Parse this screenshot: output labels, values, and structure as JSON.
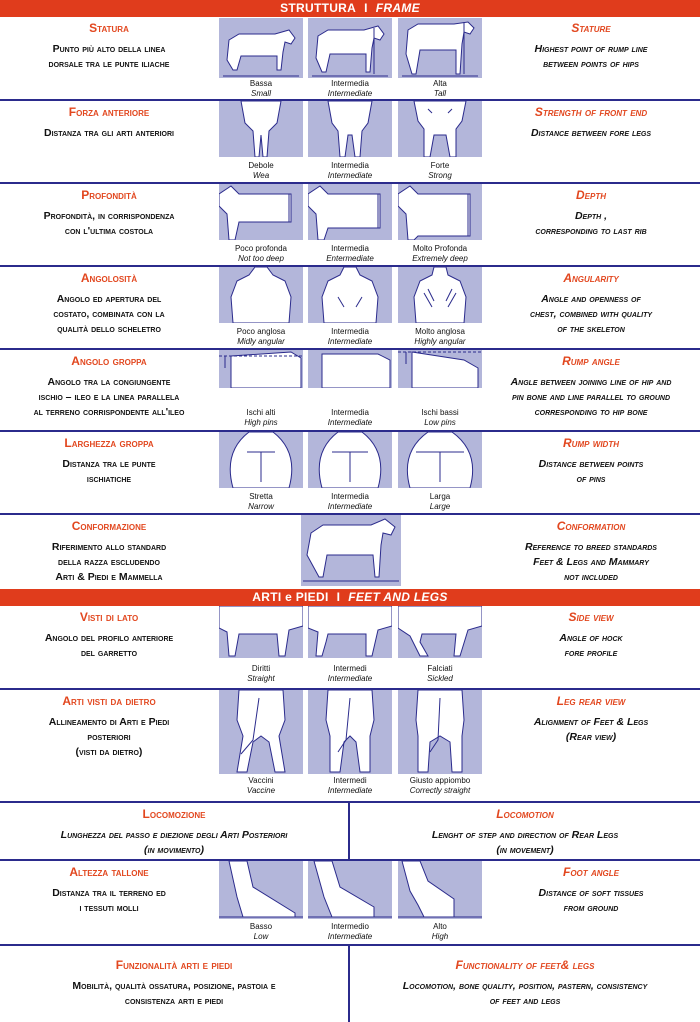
{
  "struttura_header": {
    "it": "STRUTTURA",
    "sep": "I",
    "en": "FRAME"
  },
  "arti_header": {
    "it": "ARTI e PIEDI",
    "sep": "I",
    "en": "FEET AND LEGS"
  },
  "rows": [
    {
      "it_title": "Statura",
      "it_desc": "Punto più alto della linea\ndorsale tra le punte iliache",
      "en_title": "Stature",
      "en_desc": "Highest point of rump line\nbetween points of hips",
      "captions": [
        {
          "it": "Bassa",
          "en": "Small"
        },
        {
          "it": "Intermedia",
          "en": "Intermediate"
        },
        {
          "it": "Alta",
          "en": "Tall"
        }
      ]
    },
    {
      "it_title": "Forza anteriore",
      "it_desc": "Distanza tra gli arti anteriori",
      "en_title": "Strength of front end",
      "en_desc": "Distance between fore legs",
      "captions": [
        {
          "it": "Debole",
          "en": "Wea"
        },
        {
          "it": "Intermedia",
          "en": "Intermediate"
        },
        {
          "it": "Forte",
          "en": "Strong"
        }
      ]
    },
    {
      "it_title": "Profondità",
      "it_desc": "Profondità, in corrispondenza\ncon l'ultima costola",
      "en_title": "Depth",
      "en_desc": "Depth ,\ncorresponding to last rib",
      "captions": [
        {
          "it": "Poco profonda",
          "en": "Not too deep"
        },
        {
          "it": "Intermedia",
          "en": "Entermediate"
        },
        {
          "it": "Molto Profonda",
          "en": "Extremely deep"
        }
      ]
    },
    {
      "it_title": "Angolosità",
      "it_desc": "Angolo ed apertura del\ncostato, combinata con la\nqualità dello scheletro",
      "en_title": "Angularity",
      "en_desc": "Angle and openness of\nchest, combined with quality\nof the skeleton",
      "captions": [
        {
          "it": "Poco anglosa",
          "en": "Midly angular"
        },
        {
          "it": "Intermedia",
          "en": "Intermediate"
        },
        {
          "it": "Molto anglosa",
          "en": "Highly angular"
        }
      ]
    },
    {
      "it_title": "Angolo groppa",
      "it_desc": "Angolo tra la congiungente\nischio – ileo e la linea parallela\nal terreno corrispondente all'ileo",
      "en_title": "Rump angle",
      "en_desc": "Angle between joining line of hip and\npin bone and line parallel to ground\ncorresponding to hip bone",
      "captions": [
        {
          "it": "Ischi alti",
          "en": "High pins"
        },
        {
          "it": "Intermedia",
          "en": "Intermediate"
        },
        {
          "it": "Ischi bassi",
          "en": "Low pins"
        }
      ]
    },
    {
      "it_title": "Larghezza groppa",
      "it_desc": "Distanza tra le punte\nischiatiche",
      "en_title": "Rump width",
      "en_desc": "Distance between points\nof pins",
      "captions": [
        {
          "it": "Stretta",
          "en": "Narrow"
        },
        {
          "it": "Intermedia",
          "en": "Intermediate"
        },
        {
          "it": "Larga",
          "en": "Large"
        }
      ]
    },
    {
      "it_title": "Conformazione",
      "it_desc": "Riferimento allo standard\ndella razza escludendo\nArti & Piedi e Mammella",
      "en_title": "Conformation",
      "en_desc": "Reference to breed standards\nFeet & Legs and Mammary\nnot included",
      "captions": []
    },
    {
      "it_title": "Visti di lato",
      "it_desc": "Angolo del profilo anteriore\ndel garretto",
      "en_title": "Side view",
      "en_desc": "Angle of hock\nfore profile",
      "captions": [
        {
          "it": "Diritti",
          "en": "Straight"
        },
        {
          "it": "Intermedi",
          "en": "Intermediate"
        },
        {
          "it": "Falciati",
          "en": "Sickled"
        }
      ]
    },
    {
      "it_title": "Arti visti da dietro",
      "it_desc": "Allineamento di Arti e Piedi\nposteriori\n(visti da dietro)",
      "en_title": "Leg rear view",
      "en_desc": "Alignment of Feet & Legs\n(Rear view)",
      "captions": [
        {
          "it": "Vaccini",
          "en": "Vaccine"
        },
        {
          "it": "Intermedi",
          "en": "Intermediate"
        },
        {
          "it": "Giusto appiombo",
          "en": "Correctly straight"
        }
      ]
    },
    {
      "it_title": "Locomozione",
      "it_desc": "Lunghezza del passo e diezione degli Arti Posteriori\n(in movimento)",
      "en_title": "Locomotion",
      "en_desc": "Lenght of step and direction of Rear Legs\n(in movement)",
      "captions": []
    },
    {
      "it_title": "Altezza tallone",
      "it_desc": "Distanza tra il terreno ed\ni tessuti molli",
      "en_title": "Foot angle",
      "en_desc": "Distance of soft tissues\nfrom ground",
      "captions": [
        {
          "it": "Basso",
          "en": "Low"
        },
        {
          "it": "Intermedio",
          "en": "Intermediate"
        },
        {
          "it": "Alto",
          "en": "High"
        }
      ]
    },
    {
      "it_title": "Funzionalità arti e piedi",
      "it_desc": "Mobilità, qualità ossatura, posizione, pastoia e\nconsistenza arti e piedi",
      "en_title": "Functionality of feet& legs",
      "en_desc": "Locomotion, bone quality, position, pastern, consistency\nof feet and legs",
      "captions": []
    }
  ],
  "colors": {
    "accent": "#e2471f",
    "banner": "#e03c1c",
    "rule": "#2b2b8c",
    "illustration": "#b3b6da"
  }
}
